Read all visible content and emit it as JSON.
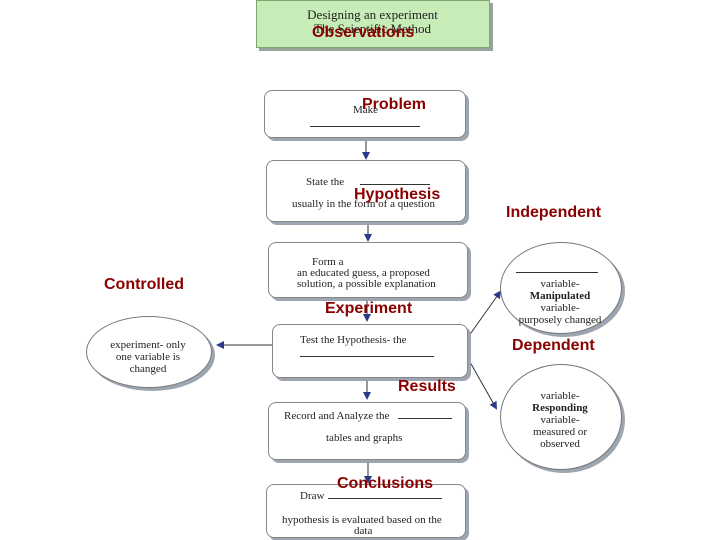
{
  "header": {
    "title_line1": "Designing an experiment",
    "title_line2": "The Scientific Method",
    "overlay": "Observations"
  },
  "steps": {
    "problem": {
      "text": "Make",
      "overlay": "Problem"
    },
    "hypothesis": {
      "text_line1": "State the",
      "text_line2": "usually in the form of a question",
      "overlay": "Hypothesis"
    },
    "experiment": {
      "text_line1": "Form a",
      "text_line2": "an educated guess, a proposed",
      "text_line3": "solution, a possible explanation",
      "overlay": "Experiment"
    },
    "results": {
      "text": "Test the Hypothesis- the",
      "overlay": "Results"
    },
    "conclusions": {
      "text_line1": "Record and Analyze the",
      "text_line2": "tables and graphs",
      "overlay": "Conclusions"
    },
    "draw": {
      "text_line1": "Draw",
      "text_line2": "hypothesis is evaluated based on the",
      "text_line3": "data"
    }
  },
  "side": {
    "controlled": {
      "label": "Controlled",
      "line1": "experiment- only",
      "line2": "one variable is",
      "line3": "changed"
    },
    "independent": {
      "label": "Independent",
      "line1": "variable-",
      "line2": "Manipulated",
      "line3": "variable-",
      "line4": "purposely changed"
    },
    "dependent": {
      "label": "Dependent",
      "line1": "variable-",
      "line2": "Responding",
      "line3": "variable-",
      "line4": "measured or",
      "line5": "observed"
    }
  }
}
